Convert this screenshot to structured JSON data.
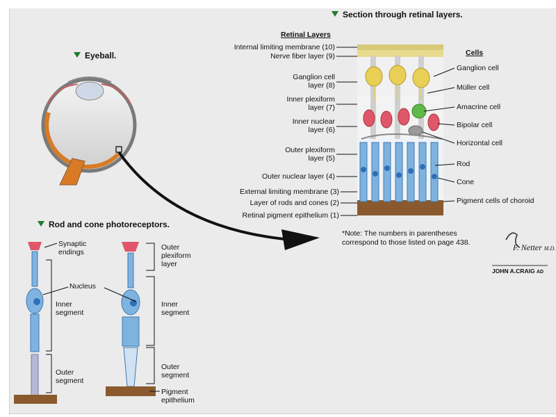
{
  "sections": {
    "eyeball_title": "Eyeball.",
    "retina_title": "Section through retinal layers.",
    "photoreceptor_title": "Rod and cone photoreceptors."
  },
  "retinal_layers": {
    "heading": "Retinal Layers",
    "layers": [
      {
        "text": "Internal limiting membrane (10)"
      },
      {
        "text": "Nerve fiber layer (9)"
      },
      {
        "text": "Ganglion cell",
        "text2": "layer (8)"
      },
      {
        "text": "Inner plexiform",
        "text2": "layer (7)"
      },
      {
        "text": "Inner nuclear",
        "text2": "layer (6)"
      },
      {
        "text": "Outer plexiform",
        "text2": "layer (5)"
      },
      {
        "text": "Outer nuclear layer (4)"
      },
      {
        "text": "External limiting membrane (3)"
      },
      {
        "text": "Layer of rods and cones (2)"
      },
      {
        "text": "Retinal pigment epithelium (1)"
      }
    ]
  },
  "cells": {
    "heading": "Cells",
    "items": [
      {
        "text": "Ganglion cell"
      },
      {
        "text": "Müller cell"
      },
      {
        "text": "Amacrine cell"
      },
      {
        "text": "Bipolar cell"
      },
      {
        "text": "Horizontal cell"
      },
      {
        "text": "Rod"
      },
      {
        "text": "Cone"
      },
      {
        "text": "Pigment cells of choroid"
      }
    ]
  },
  "note": {
    "line1": "*Note: The numbers in parentheses",
    "line2": "correspond to those listed on page 438."
  },
  "photoreceptor_labels": {
    "synaptic1": "Synaptic",
    "synaptic2": "endings",
    "nucleus": "Nucleus",
    "inner1": "Inner",
    "inner_seg": "segment",
    "outer1": "Outer",
    "outer_seg": "segment",
    "opl1": "Outer",
    "opl2": "plexiform",
    "opl3": "layer",
    "inner2": "Inner",
    "inner_seg2": "segment",
    "outer2": "Outer",
    "outer_seg2": "segment",
    "pigment1": "Pigment",
    "pigment2": "epithelium"
  },
  "signature": {
    "name": "F. Netter",
    "suffix": "M.D.",
    "credit": "JOHN A.CRAIG",
    "credit_suffix": "AD"
  },
  "colors": {
    "accent_triangle": "#1f7a2e",
    "ganglion": "#e8cf55",
    "bipolar": "#e0566a",
    "amacrine": "#5fb84a",
    "horizontal": "#9a9a9a",
    "rod_cone": "#7fb3df",
    "pigment": "#8a5a2e",
    "sclera_orange": "#d87a26"
  }
}
